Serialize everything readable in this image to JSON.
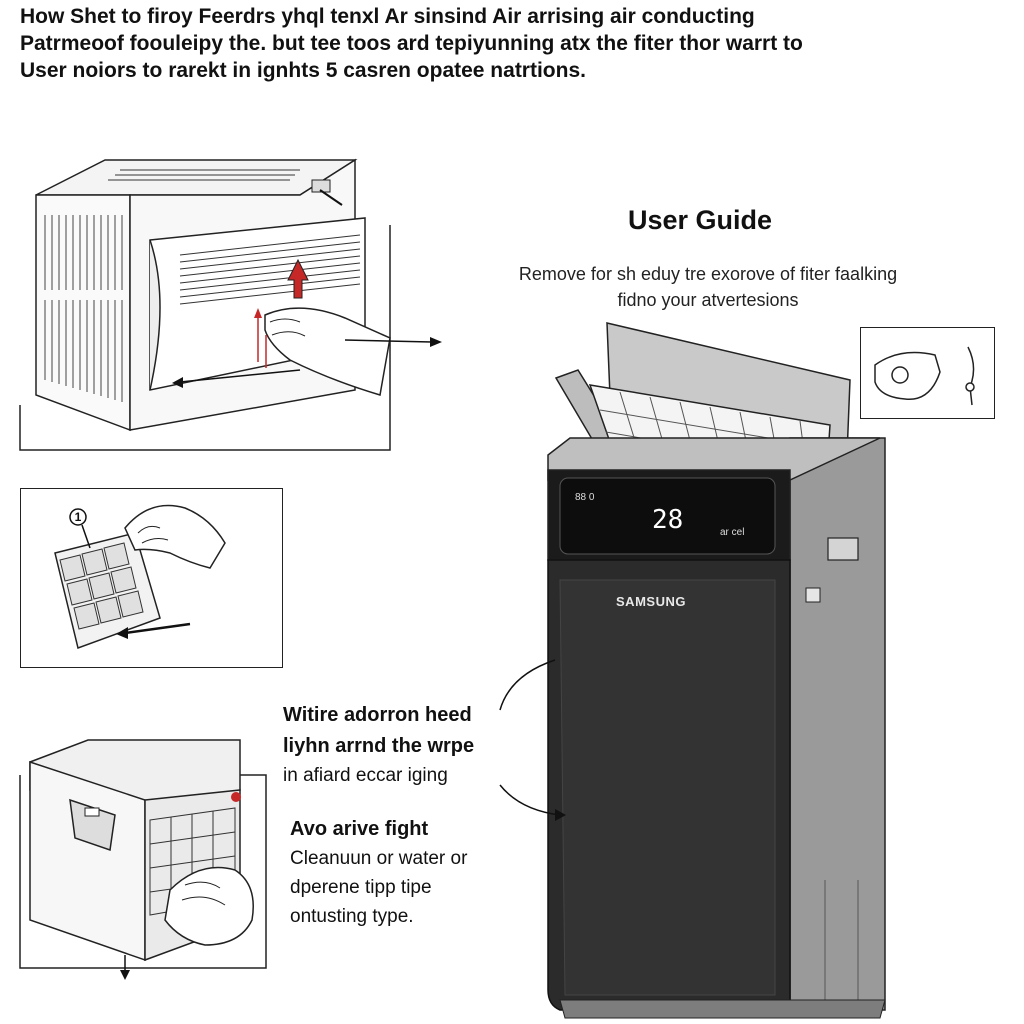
{
  "header": {
    "line1": "How Shet to firoy Feerdrs yhql tenxl Ar sinsind Air arrising air conducting",
    "line2": "Patrmeoof foouleipy the. but tee toos ard tepiyunning atx the fiter thor warrt to",
    "line3": "User noiors to rarekt in ignhts 5 casren opatee natrtions."
  },
  "guide": {
    "title": "User Guide",
    "subtitle1": "Remove for sh eduy tre exorove of fiter faalking",
    "subtitle2": "fidno your atvertesions"
  },
  "unit": {
    "brand": "SAMSUNG",
    "display_temp": "28",
    "panel_left": "88 0",
    "panel_right": "ar cel"
  },
  "step_marker": "1",
  "notes": {
    "a_line1": "Witire adorron heed",
    "a_line2": "liyhn arrnd the wrpe",
    "a_line3": "in afiard eccar iging",
    "b_line1": "Avo arive fight",
    "b_line2": "Cleanuun or water or",
    "b_line3": "dperene tipp tipe",
    "b_line4": "ontusting type."
  },
  "colors": {
    "ink": "#111111",
    "unit_body": "#2b2b2b",
    "unit_side": "#9a9a9a",
    "arrow_red": "#c62828"
  }
}
